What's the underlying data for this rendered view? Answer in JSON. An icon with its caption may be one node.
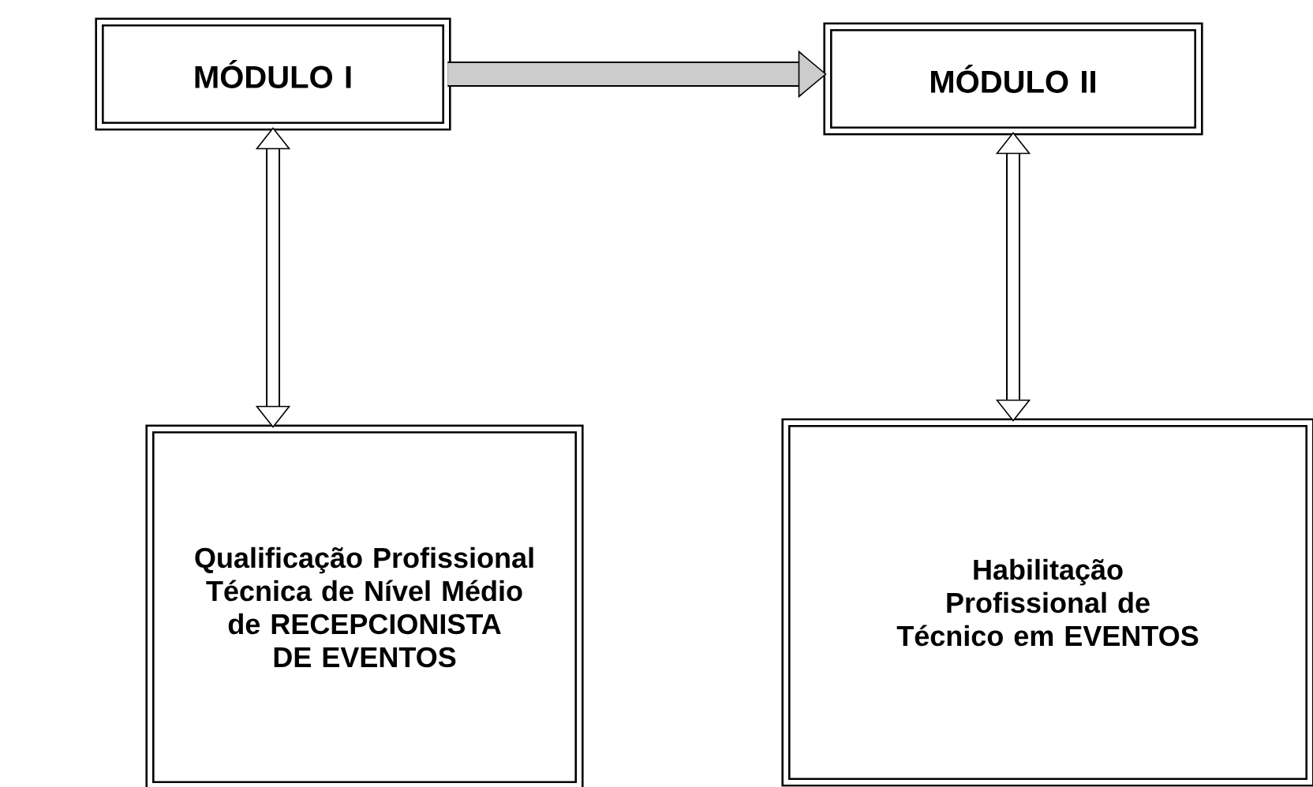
{
  "diagram": {
    "nodes": [
      {
        "text": [
          "MÓDULO I"
        ]
      },
      {
        "text": [
          "MÓDULO II"
        ]
      },
      {
        "text": [
          "Qualificação Profissional Técnica de Nível Médio de RECEPCIONISTA DE EVENTOS"
        ]
      },
      {
        "text": [
          "Habilitação Profissional de Técnico em EVENTOS"
        ]
      }
    ],
    "edges": [
      {
        "from": 0,
        "to": 1,
        "arrow": "to"
      },
      {
        "from": 0,
        "to": 2,
        "arrow": "both"
      },
      {
        "from": 1,
        "to": 3,
        "arrow": "both"
      }
    ]
  }
}
